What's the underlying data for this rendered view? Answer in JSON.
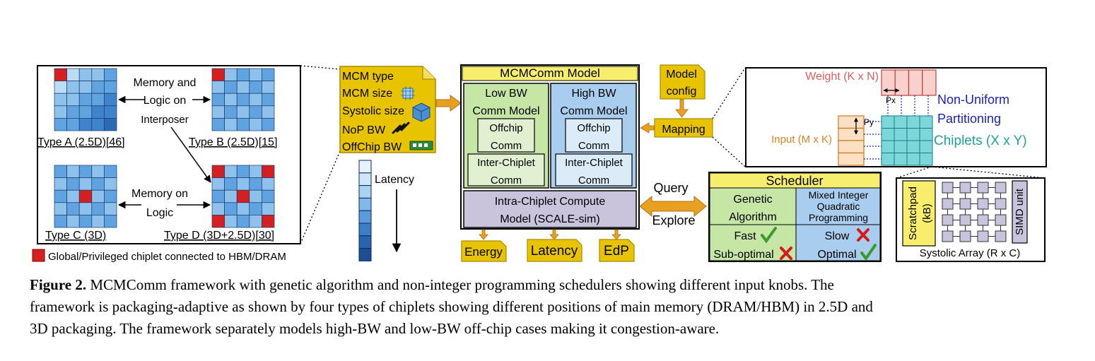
{
  "chiplet_types": {
    "type_a": "Type A (2.5D)[46]",
    "type_b": "Type B (2.5D)[15]",
    "type_c": "Type C (3D)",
    "type_d": "Type D (3D+2.5D)[30]",
    "mem_logic_interposer_1": "Memory and",
    "mem_logic_interposer_2": "Logic on",
    "mem_logic_interposer_3": "Interposer",
    "mem_on_logic_1": "Memory on",
    "mem_on_logic_2": "Logic",
    "legend": "Global/Privileged chiplet connected to HBM/DRAM"
  },
  "inputs_doc": {
    "mcm_type": "MCM type",
    "mcm_size": "MCM size",
    "systolic_size": "Systolic size",
    "nop_bw": "NoP BW",
    "offchip_bw": "OffChip BW",
    "latency": "Latency"
  },
  "model": {
    "title": "MCMComm Model",
    "low_bw_1": "Low BW",
    "low_bw_2": "Comm Model",
    "high_bw_1": "High BW",
    "high_bw_2": "Comm Model",
    "offchip_1": "Offchip",
    "offchip_2": "Comm",
    "inter_1": "Inter-Chiplet",
    "inter_2": "Comm",
    "intra_1": "Intra-Chiplet Compute",
    "intra_2": "Model (SCALE-sim)",
    "out_energy": "Energy",
    "out_latency": "Latency",
    "out_edp": "EdP"
  },
  "mapping": {
    "model_config_1": "Model",
    "model_config_2": "config",
    "mapping": "Mapping",
    "query": "Query",
    "explore": "Explore"
  },
  "partition": {
    "weight": "Weight (K x N)",
    "px": "Px",
    "py": "Py",
    "input": "Input (M x K)",
    "non_uniform_1": "Non-Uniform",
    "non_uniform_2": "Partitioning",
    "chiplets": "Chiplets (X x Y)"
  },
  "scheduler": {
    "title": "Scheduler",
    "ga_1": "Genetic",
    "ga_2": "Algorithm",
    "miqp_1": "Mixed Integer",
    "miqp_2": "Quadratic",
    "miqp_3": "Programming",
    "fast": "Fast",
    "sub_optimal": "Sub-optimal",
    "slow": "Slow",
    "optimal": "Optimal"
  },
  "chiplet_detail": {
    "scratchpad_1": "Scratchpad",
    "scratchpad_2": "(kB)",
    "simd": "SIMD unit",
    "systolic": "Systolic Array (R x C)"
  },
  "caption": {
    "label": "Figure 2.",
    "line1": " MCMComm framework with genetic algorithm and non-integer programming schedulers showing different input knobs. The",
    "line2": "framework is packaging-adaptive as shown by four types of chiplets showing different positions of main memory (DRAM/HBM) in 2.5D and",
    "line3": "3D packaging. The framework separately models high-BW and low-BW off-chip cases making it congestion-aware."
  },
  "colors": {
    "memory_red": "#d42020",
    "grid_blue": "#4a8fd6",
    "light_blue": "#bcdcf4",
    "yellow": "#f8ee6e",
    "gold": "#d9b000",
    "low_bw_green": "#c6e6a6",
    "high_bw_blue": "#a9cdee",
    "intra_purple": "#c9c3dc",
    "orange_arrow": "#e8a020",
    "teal": "#20a8a8"
  }
}
